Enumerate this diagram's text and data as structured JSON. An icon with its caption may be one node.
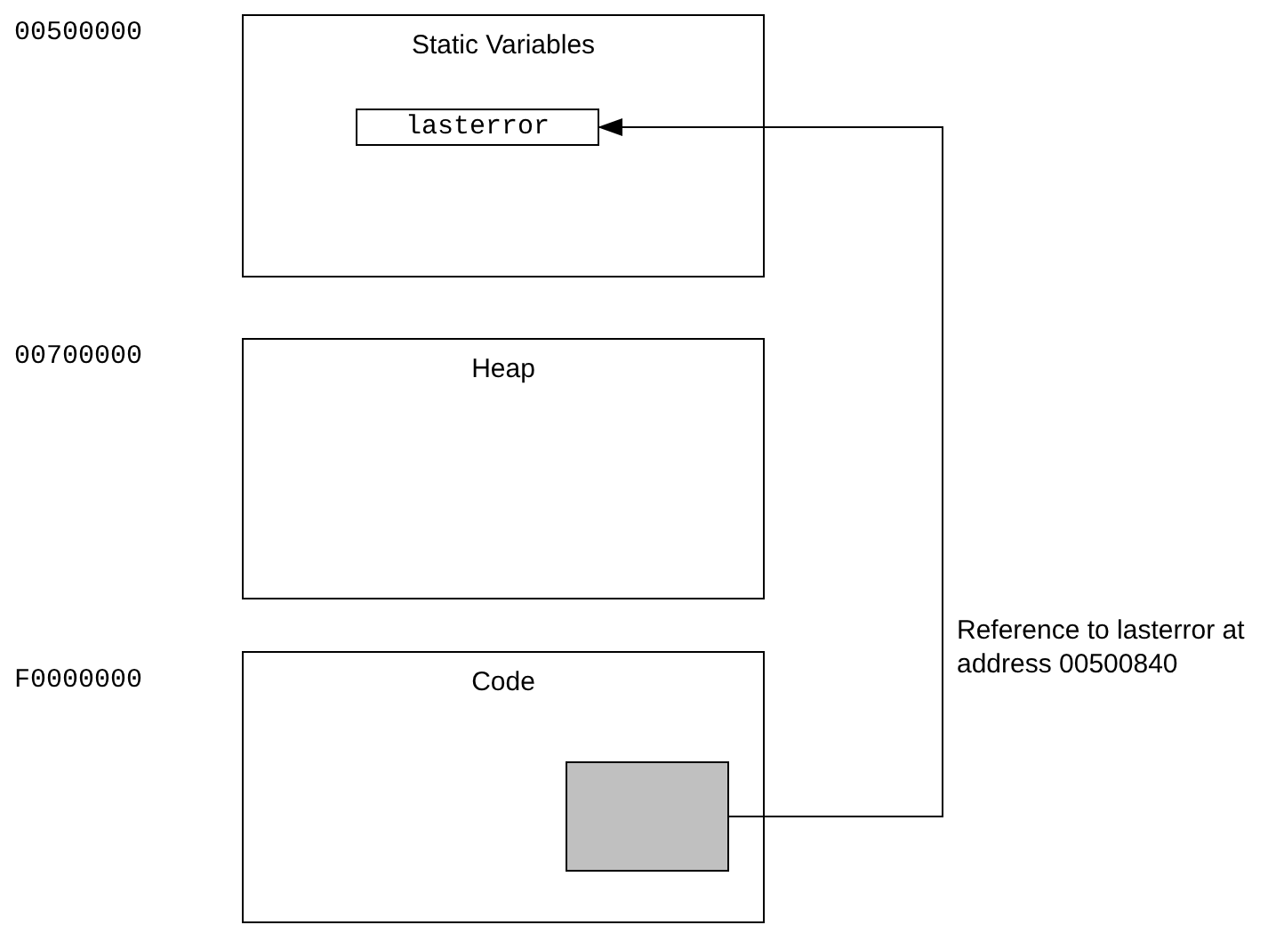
{
  "diagram": {
    "nodes": [
      {
        "text": [
          "Static Variables"
        ]
      },
      {
        "text": [
          "lasterror"
        ],
        "in": 0
      },
      {
        "text": [
          "Heap"
        ]
      },
      {
        "text": [
          "Code"
        ]
      },
      {
        "text": [],
        "shape": "box",
        "in": 3
      }
    ],
    "edges": [
      {
        "from": 4,
        "to": 1,
        "arrow": "to",
        "label": "Reference to lasterror at address 00500840"
      }
    ],
    "labels": [
      "00500000",
      "00700000",
      "F0000000"
    ]
  }
}
